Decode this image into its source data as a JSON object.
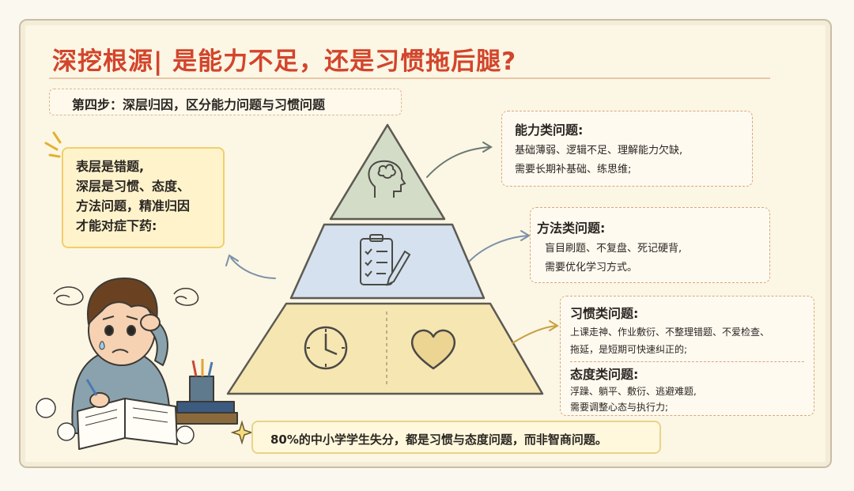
{
  "title": "深挖根源| 是能力不足，还是习惯拖后腿?",
  "step": "第四步：深层归因，区分能力问题与习惯问题",
  "left_note": {
    "lines": [
      "表层是错题,",
      "深层是习惯、态度、",
      "方法问题，精准归因",
      "才能对症下药:"
    ]
  },
  "pyramid": {
    "top_icon": "brain-head-icon",
    "middle_icon": "checklist-pencil-icon",
    "bottom_icons": [
      "clock-icon",
      "heart-icon"
    ],
    "colors": {
      "top": "#d3dcc6",
      "middle": "#d5e1ee",
      "bottom": "#f6e6b2"
    }
  },
  "ability": {
    "heading": "能力类问题:",
    "lines": [
      "基础薄弱、逻辑不足、理解能力欠缺,",
      "需要长期补基础、练思维;"
    ]
  },
  "method": {
    "heading": "方法类问题:",
    "lines": [
      "盲目刷题、不复盘、死记硬背,",
      "需要优化学习方式。"
    ]
  },
  "habit": {
    "heading": "习惯类问题:",
    "lines": [
      "上课走神、作业敷衍、不整理错题、不爱检查、",
      "拖延，是短期可快速纠正的;"
    ]
  },
  "attitude": {
    "heading": "态度类问题:",
    "lines": [
      "浮躁、躺平、敷衍、逃避难题,",
      "需要调整心态与执行力;"
    ]
  },
  "bottom_note": "80%的中小学学生失分，都是习惯与态度问题，而非智商问题。",
  "illustration": "worried-student-icon"
}
